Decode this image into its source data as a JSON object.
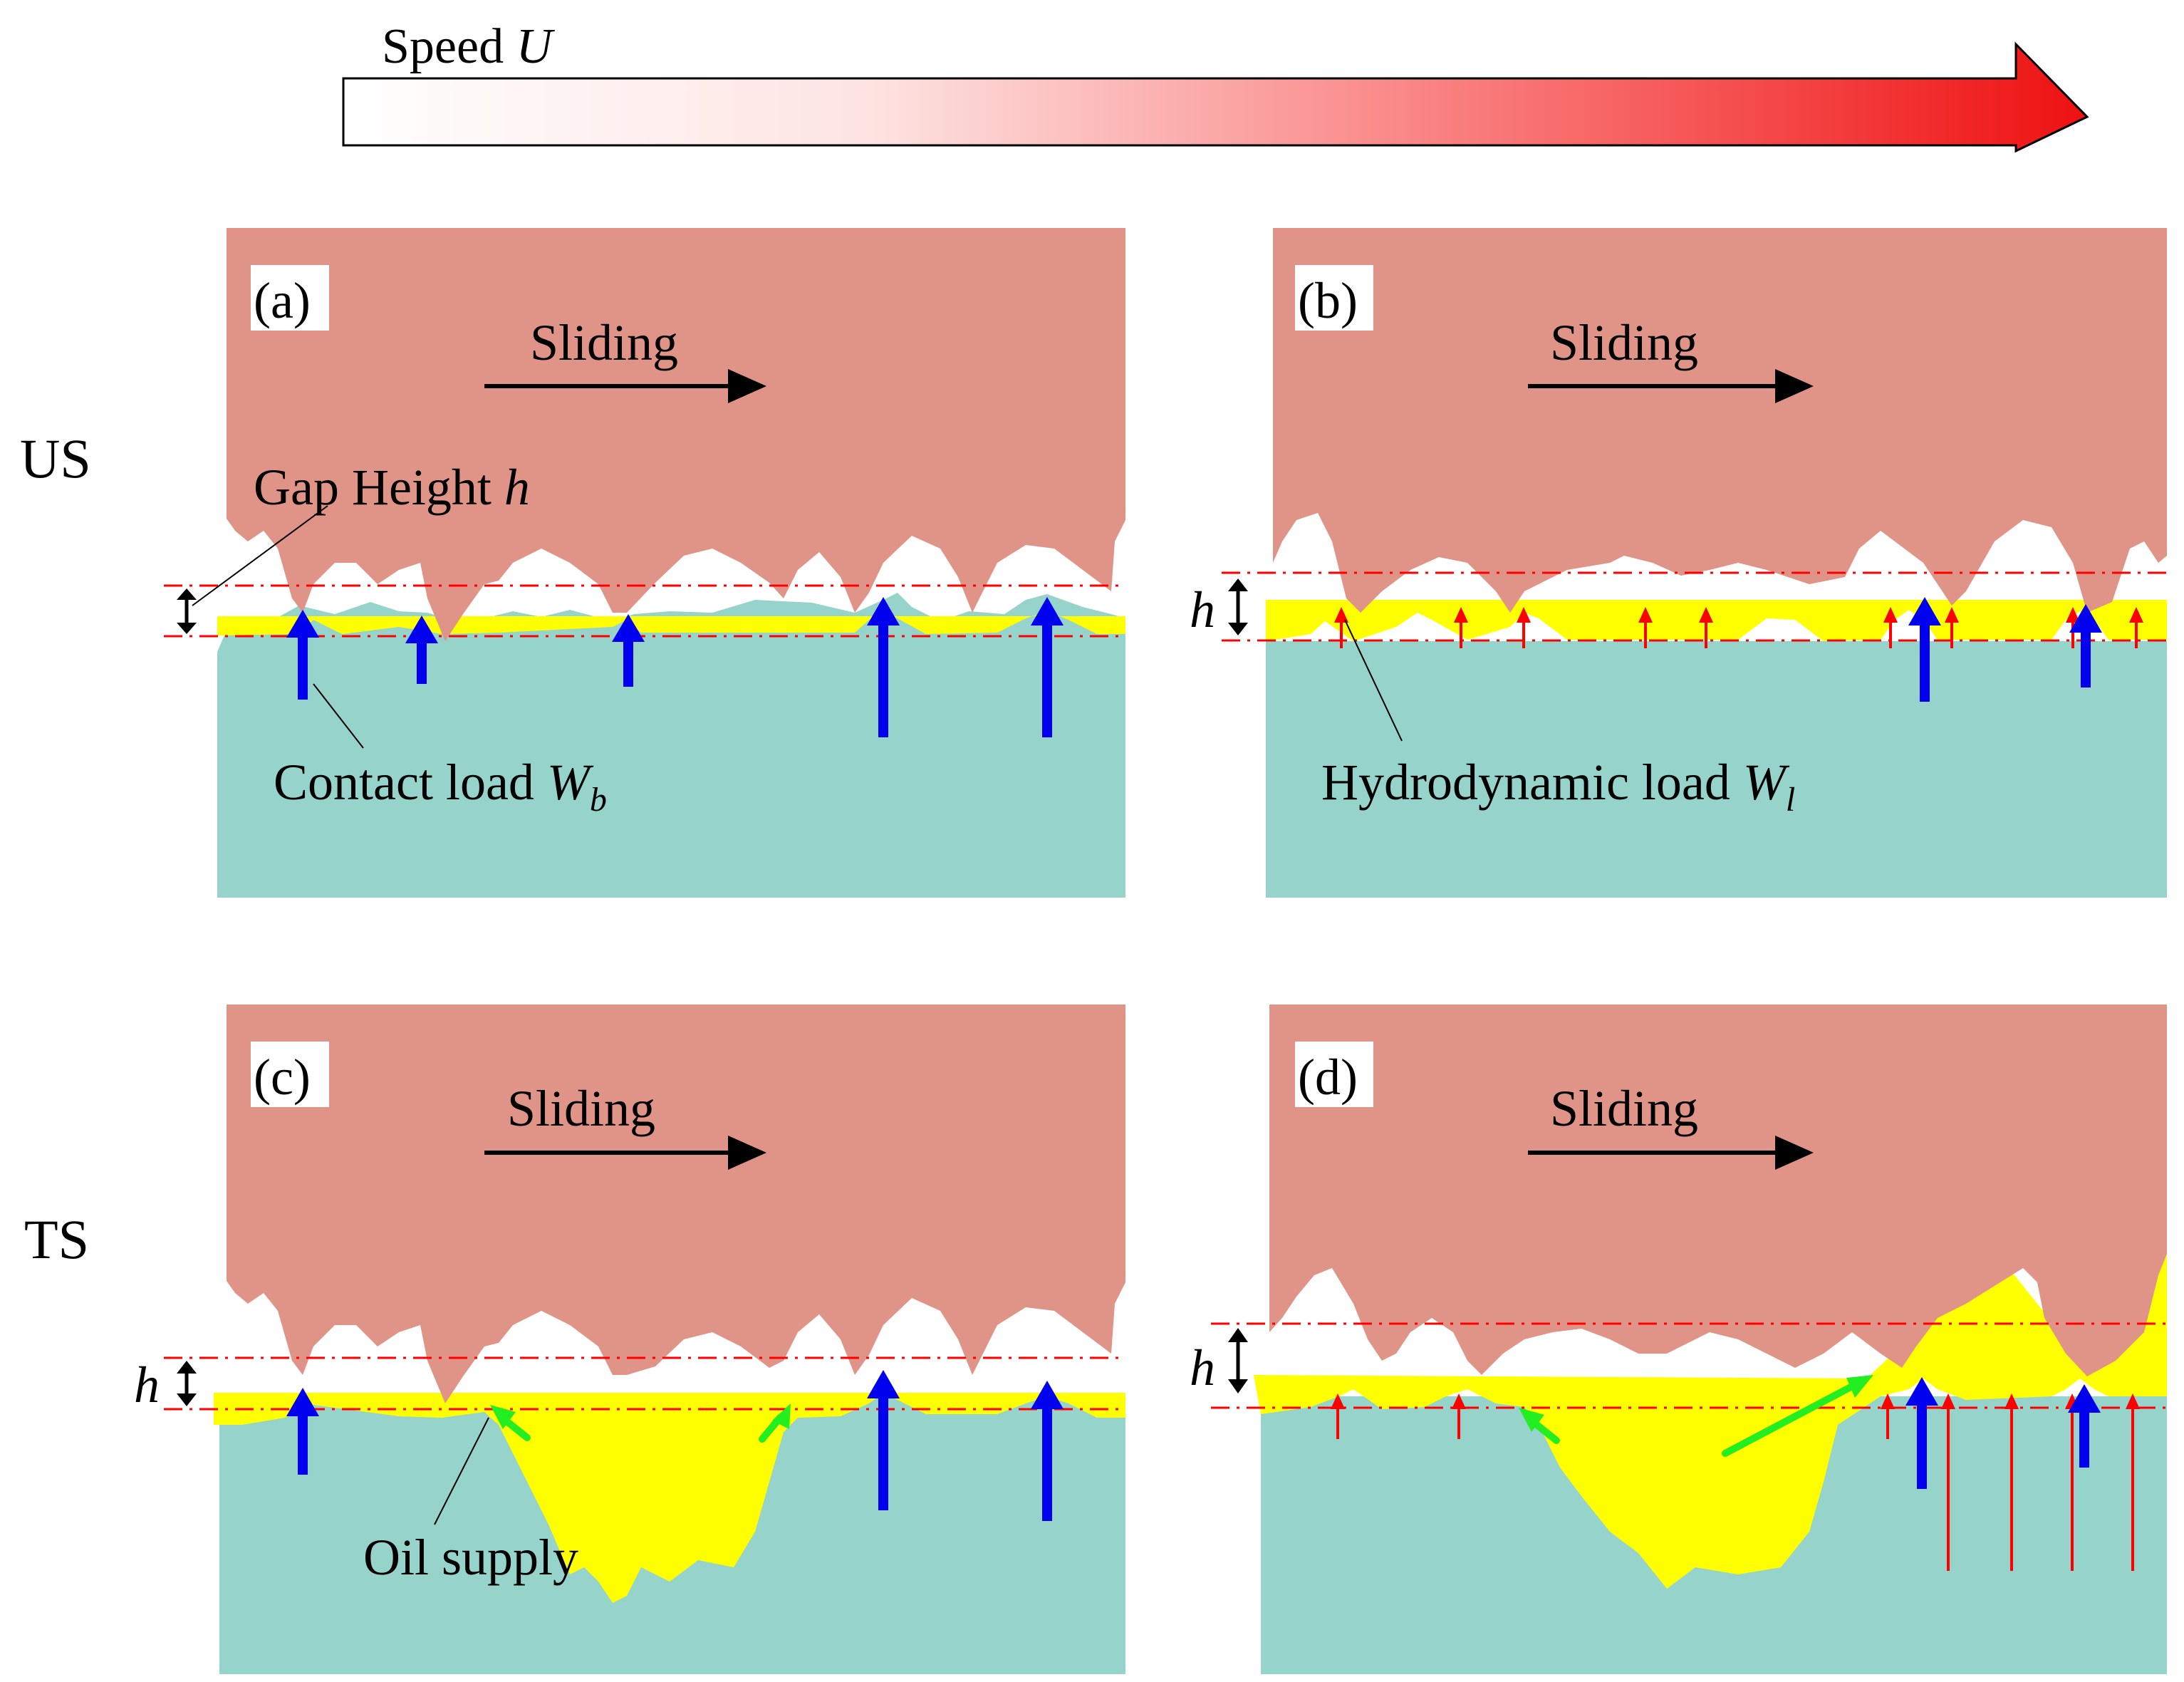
{
  "speed_arrow": {
    "label": "Speed ",
    "symbol": "U"
  },
  "row_labels": {
    "top": "US",
    "bottom": "TS"
  },
  "panels": [
    {
      "tag": "(a)",
      "sliding": "Sliding"
    },
    {
      "tag": "(b)",
      "sliding": "Sliding"
    },
    {
      "tag": "(c)",
      "sliding": "Sliding"
    },
    {
      "tag": "(d)",
      "sliding": "Sliding"
    }
  ],
  "annotations": {
    "gap_height": {
      "text": "Gap Height ",
      "symbol": "h"
    },
    "h_symbol": "h",
    "contact_load": {
      "text": "Contact load ",
      "symbol": "W",
      "subscript": "b"
    },
    "hydrodynamic_load": {
      "text": "Hydrodynamic load ",
      "symbol": "W",
      "subscript": "l"
    },
    "oil_supply": "Oil supply"
  },
  "colors": {
    "upper_body": "#df9487",
    "lower_body": "#96d3cb",
    "lubricant": "#ffff00",
    "contact_load_arrow": "#0000ee",
    "hydrodynamic_load_arrow": "#ff0000",
    "oil_flow_arrow": "#22ee22",
    "reference_line": "#ff0000",
    "speed_gradient_start": "#ffffff",
    "speed_gradient_end": "#ee1111"
  }
}
